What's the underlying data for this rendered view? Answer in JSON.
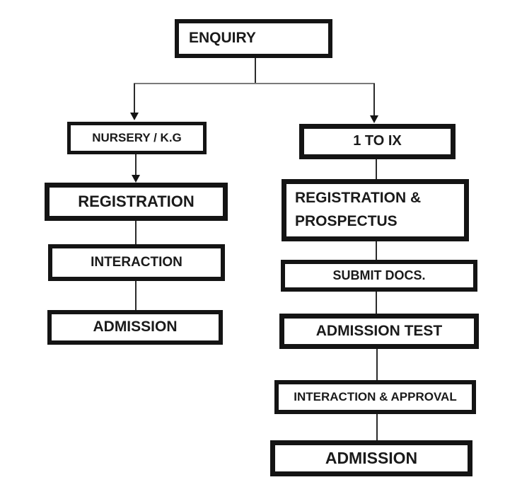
{
  "diagram": {
    "type": "flowchart",
    "root": {
      "label": "ENQUIRY"
    },
    "branches": [
      {
        "name": "nursery-kg",
        "head": "NURSERY / K.G",
        "steps": [
          "REGISTRATION",
          "INTERACTION",
          "ADMISSION"
        ]
      },
      {
        "name": "grade-1-to-ix",
        "head": "1 TO IX",
        "steps": [
          "REGISTRATION & PROSPECTUS",
          "SUBMIT DOCS.",
          "ADMISSION TEST",
          "INTERACTION & APPROVAL",
          "ADMISSION"
        ]
      }
    ],
    "colors": {
      "box_border": "#141414",
      "box_fill": "#ffffff",
      "text": "#1a1a1a",
      "connector_vertical": "#2b2b2b",
      "connector_horizontal": "#7a7a7a",
      "background": "#ffffff"
    }
  }
}
